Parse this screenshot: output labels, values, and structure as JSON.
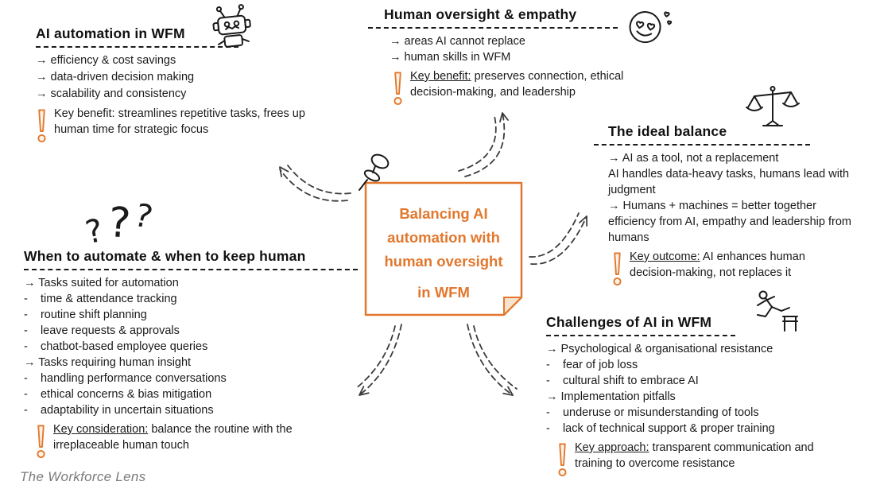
{
  "colors": {
    "accent": "#E2772D",
    "text": "#1a1a1a",
    "muted": "#7b7b7b",
    "excl_fill": "#FDF2E4"
  },
  "icons": {
    "center_pin": "pushpin",
    "ai_automation": "robot",
    "human_oversight": "smiley-with-hearts",
    "ideal_balance": "balance-scale",
    "when_automate": "question-marks",
    "challenges": "hurdler",
    "key_marker": "exclamation"
  },
  "glyphs": {
    "question": "?"
  },
  "center": {
    "lines": [
      "Balancing AI",
      "automation with",
      "human oversight",
      "in WFM"
    ]
  },
  "sections": {
    "ai_automation": {
      "title": "AI automation in WFM",
      "items": [
        "→ efficiency & cost savings",
        "→ data-driven decision making",
        "→ scalability and consistency"
      ],
      "key_label": "Key benefit:",
      "key_text": "streamlines repetitive tasks, frees up human time for strategic focus"
    },
    "human_oversight": {
      "title": "Human oversight & empathy",
      "items": [
        "→ areas AI cannot replace",
        "→ human skills in WFM"
      ],
      "key_label": "Key benefit:",
      "key_text": "preserves connection, ethical decision-making, and leadership"
    },
    "ideal_balance": {
      "title": "The ideal balance",
      "items": [
        "→ AI as a tool, not a replacement",
        "AI handles data-heavy tasks, humans lead with judgment",
        "→ Humans + machines = better together",
        "efficiency from AI, empathy and leadership from humans"
      ],
      "key_label": "Key outcome:",
      "key_text": "AI enhances human decision-making, not replaces it"
    },
    "when_automate": {
      "title": "When to automate & when to keep human",
      "items": [
        "→ Tasks suited for automation",
        "-    time & attendance tracking",
        "-    routine shift planning",
        "-    leave requests & approvals",
        "-    chatbot-based employee queries",
        "→ Tasks requiring human insight",
        "-    handling performance conversations",
        "-    ethical concerns & bias mitigation",
        "-    adaptability in uncertain situations"
      ],
      "key_label": "Key consideration:",
      "key_text": "balance the routine with the irreplaceable human touch"
    },
    "challenges": {
      "title": "Challenges of AI in WFM",
      "items": [
        "→ Psychological & organisational resistance",
        "-    fear of job loss",
        "-    cultural shift to embrace AI",
        "→ Implementation pitfalls",
        "-    underuse or misunderstanding of tools",
        "-    lack of technical support & proper training"
      ],
      "key_label": "Key approach:",
      "key_text": "transparent communication and training to overcome resistance"
    }
  },
  "footer": {
    "brand": "The Workforce Lens"
  }
}
